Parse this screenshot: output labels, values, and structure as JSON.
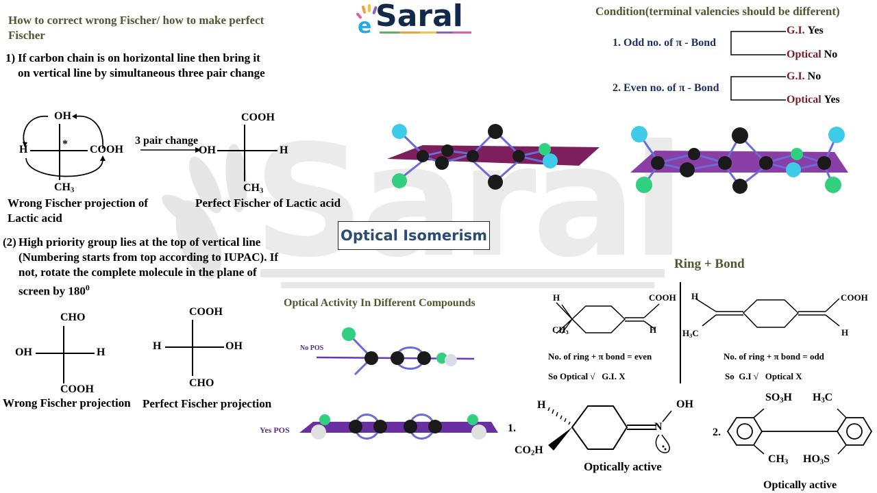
{
  "brand": {
    "logo_text": "Saral",
    "logo_prefix": "e",
    "watermark_text": "Saral",
    "colors": {
      "logo_navy": "#13294b",
      "heading_green": "#4a5a2e",
      "condition_navy": "#1f3060",
      "condition_maroon": "#7a1c26",
      "title_blue": "#2b4c72",
      "plane_maroon": "#7d1f5c",
      "plane_purple": "#8a3fa6",
      "bond_blue": "#6a6ad8"
    }
  },
  "main_title": "Optical Isomerism",
  "left_section": {
    "heading": "How to correct wrong Fischer/ how to make perfect Fischer",
    "rule1": {
      "number": "1)",
      "text": "If carbon chain is on horizontal line then bring it on vertical line by simultaneous three pair change"
    },
    "lactic_wrong": {
      "top": "OH",
      "left": "H",
      "right": "COOH",
      "bottom": "CH",
      "bottom_sub": "3",
      "chiral_mark": "*",
      "caption_line1": "Wrong Fischer projection of",
      "caption_line2": "Lactic acid"
    },
    "arrow_label": "3 pair change",
    "lactic_perfect": {
      "top": "COOH",
      "left": "OH",
      "right": "H",
      "bottom": "CH",
      "bottom_sub": "3",
      "caption": "Perfect Fischer of Lactic acid"
    },
    "rule2": {
      "number": "(2)",
      "text": "High priority group lies at the top of vertical line (Numbering starts from top according to IUPAC). If not, rotate the complete molecule in the plane of screen by 180",
      "superscript": "0"
    },
    "wrong_projection": {
      "top": "CHO",
      "left": "OH",
      "right": "H",
      "bottom": "COOH",
      "caption": "Wrong Fischer projection"
    },
    "perfect_projection": {
      "top": "COOH",
      "left": "H",
      "right": "OH",
      "bottom": "CHO",
      "caption": "Perfect Fischer projection"
    }
  },
  "condition_section": {
    "heading": "Condition(terminal valencies should be different)",
    "items": [
      {
        "label": "1. Odd no. of π - Bond",
        "gi_label": "G.I.",
        "gi_value": "Yes",
        "optical_label": "Optical",
        "optical_value": "No"
      },
      {
        "label": "2. Even no. of π - Bond",
        "gi_label": "G.I.",
        "gi_value": "No",
        "optical_label": "Optical",
        "optical_value": "Yes"
      }
    ]
  },
  "ring_bond_section": {
    "heading": "Ring + Bond",
    "left": {
      "h_label": "H",
      "ch3_label": "CH",
      "ch3_sub": "3",
      "cooh_label": "COOH",
      "h2_label": "H",
      "rule": "No. of ring + π bond = even",
      "result": "So Optical √   G.I. X"
    },
    "right": {
      "h_label": "H",
      "h3c_label": "H",
      "h3c_sub": "3",
      "h3c_tail": "C",
      "cooh_label": "COOH",
      "h2_label": "H",
      "rule": "No. of ring + π bond = odd",
      "result": "So  G.I √   Optical X"
    }
  },
  "activity_section": {
    "heading": "Optical Activity In Different Compounds",
    "no_pos_label": "No POS",
    "yes_pos_label": "Yes POS"
  },
  "examples": [
    {
      "number": "1.",
      "h_label": "H",
      "co2h_label": "CO",
      "co2h_sub": "2",
      "co2h_tail": "H",
      "n_label": "N",
      "oh_label": "OH",
      "caption": "Optically active"
    },
    {
      "number": "2.",
      "so3h_top": "SO",
      "so3h_top_sub": "3",
      "so3h_top_tail": "H",
      "h3c_top": "H",
      "h3c_top_sub": "3",
      "h3c_top_tail": "C",
      "ch3_bottom": "CH",
      "ch3_bottom_sub": "3",
      "ho3s_bottom": "HO",
      "ho3s_bottom_sub": "3",
      "ho3s_bottom_tail": "S",
      "caption": "Optically active"
    }
  ]
}
